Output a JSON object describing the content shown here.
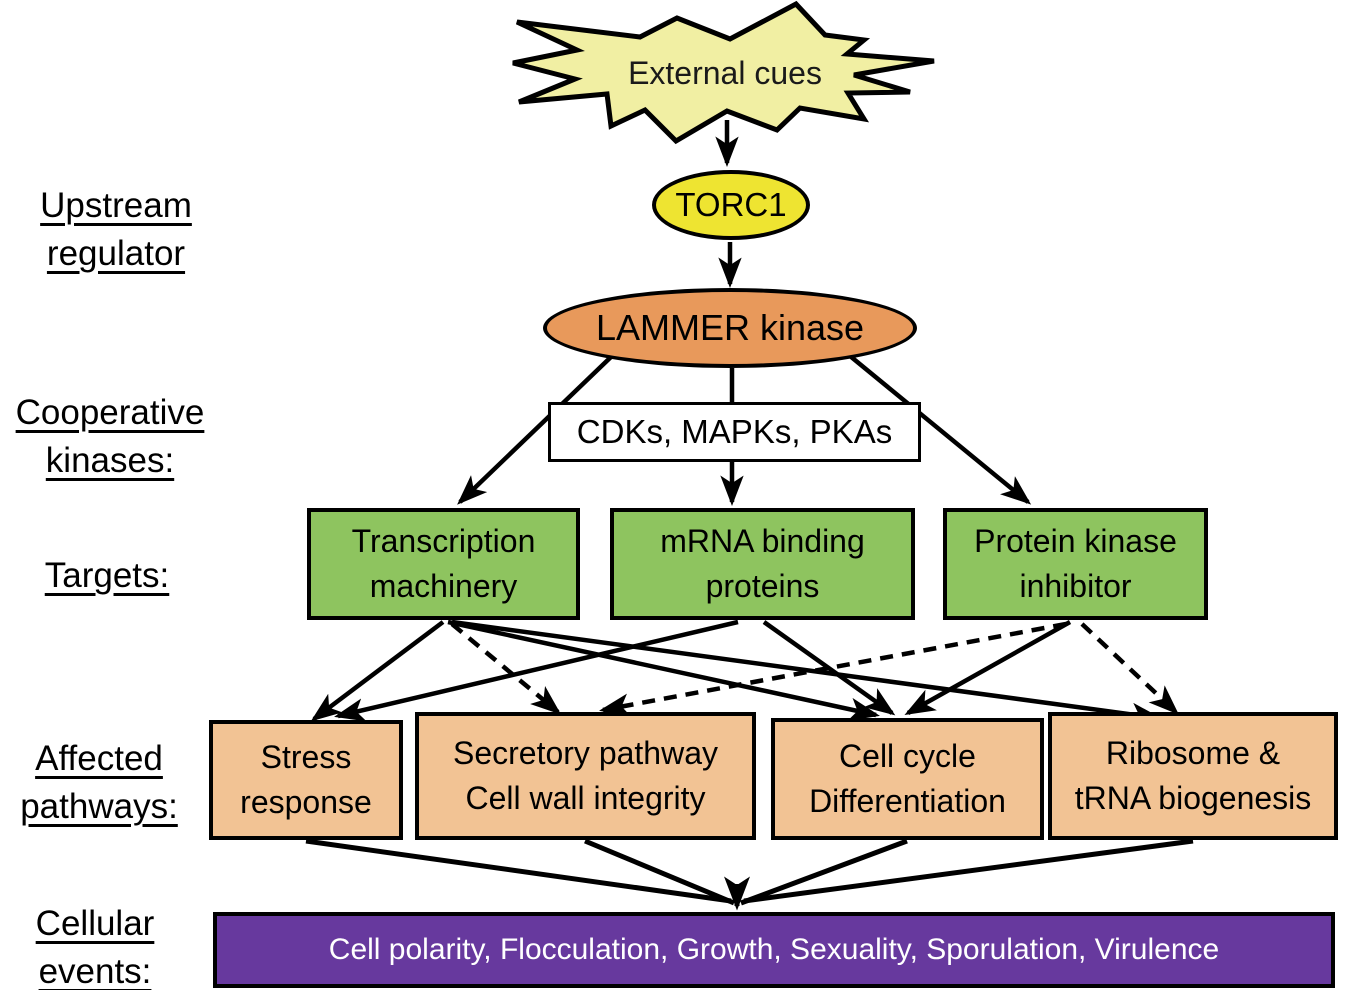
{
  "row_labels": {
    "upstream": "Upstream\nregulator",
    "cooperative": "Cooperative\nkinases:",
    "targets": "Targets:",
    "affected": "Affected\npathways:",
    "cellular": "Cellular\nevents:"
  },
  "nodes": {
    "external_cues": "External cues",
    "torc1": "TORC1",
    "lammer": "LAMMER kinase",
    "cooperative_kinases": "CDKs, MAPKs, PKAs",
    "targets": [
      {
        "label": "Transcription\nmachinery"
      },
      {
        "label": "mRNA binding\nproteins"
      },
      {
        "label": "Protein kinase\ninhibitor"
      }
    ],
    "pathways": [
      {
        "label": "Stress\nresponse"
      },
      {
        "label": "Secretory pathway\nCell wall integrity"
      },
      {
        "label": "Cell cycle\nDifferentiation"
      },
      {
        "label": "Ribosome &\ntRNA biogenesis"
      }
    ],
    "cellular_events": "Cell polarity, Flocculation, Growth, Sexuality, Sporulation, Virulence"
  },
  "colors": {
    "starburst_fill": "#F1EFA3",
    "torc1_fill": "#EEE431",
    "lammer_fill": "#E8995B",
    "kinases_fill": "#FFFFFF",
    "target_fill": "#8EC45F",
    "pathway_fill": "#F2C394",
    "events_fill": "#67399E",
    "events_text": "#FFFFFF",
    "line": "#000000"
  }
}
